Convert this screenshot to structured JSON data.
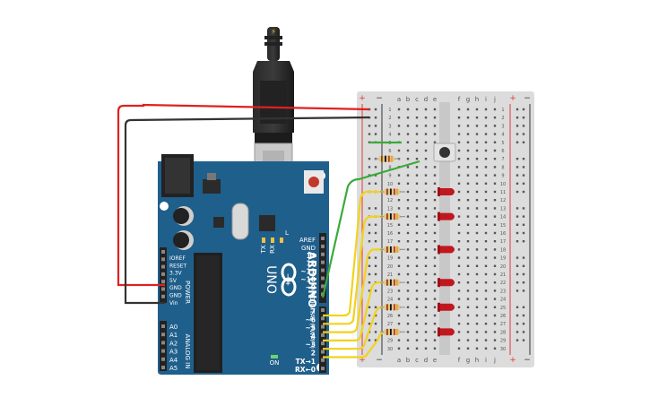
{
  "breadboard": {
    "column_letters_left": [
      "a",
      "b",
      "c",
      "d",
      "e"
    ],
    "column_letters_right": [
      "f",
      "g",
      "h",
      "i",
      "j"
    ],
    "rail_plus": "+",
    "rail_minus": "−",
    "row_numbers": [
      "1",
      "2",
      "3",
      "4",
      "5",
      "6",
      "7",
      "8",
      "9",
      "10",
      "11",
      "12",
      "13",
      "14",
      "15",
      "16",
      "17",
      "18",
      "19",
      "20",
      "21",
      "22",
      "23",
      "24",
      "25",
      "26",
      "27",
      "28",
      "29",
      "30"
    ]
  },
  "arduino": {
    "brand": "ARDUINO",
    "model": "UNO",
    "infinity_logo": "− +",
    "power_group_label": "POWER",
    "analog_group_label": "ANALOG IN",
    "digital_group_label": "DIGITAL (PWM~)",
    "power_pins": [
      "IOREF",
      "RESET",
      "3.3V",
      "5V",
      "GND",
      "GND",
      "Vin"
    ],
    "analog_pins": [
      "A0",
      "A1",
      "A2",
      "A3",
      "A4",
      "A5"
    ],
    "header_pins_top": [
      "AREF",
      "GND",
      "13",
      "12",
      "~11",
      "~10",
      "~9",
      "8"
    ],
    "header_pins_bottom": [
      "7",
      "~6",
      "~5",
      "4",
      "~3",
      "2",
      "TX→1",
      "RX←0"
    ],
    "led_labels": [
      "L",
      "TX",
      "RX",
      "ON"
    ]
  },
  "colors": {
    "board": "#1f5f8b",
    "breadboard": "#dcdcdc",
    "wire_red": "#e02020",
    "wire_black": "#333333",
    "wire_green": "#3aaa3a",
    "wire_yellow": "#f2d21b",
    "led_red": "#c0181e"
  },
  "components": {
    "leds": [
      {
        "row": 11
      },
      {
        "row": 14
      },
      {
        "row": 18
      },
      {
        "row": 22
      },
      {
        "row": 25
      },
      {
        "row": 28
      }
    ],
    "resistors": [
      {
        "row": 7
      },
      {
        "row": 11
      },
      {
        "row": 14
      },
      {
        "row": 18
      },
      {
        "row": 22
      },
      {
        "row": 25
      },
      {
        "row": 28
      }
    ],
    "pushbutton": {
      "row": 6
    },
    "usb_cable": {
      "icon": "lightning-icon"
    }
  }
}
